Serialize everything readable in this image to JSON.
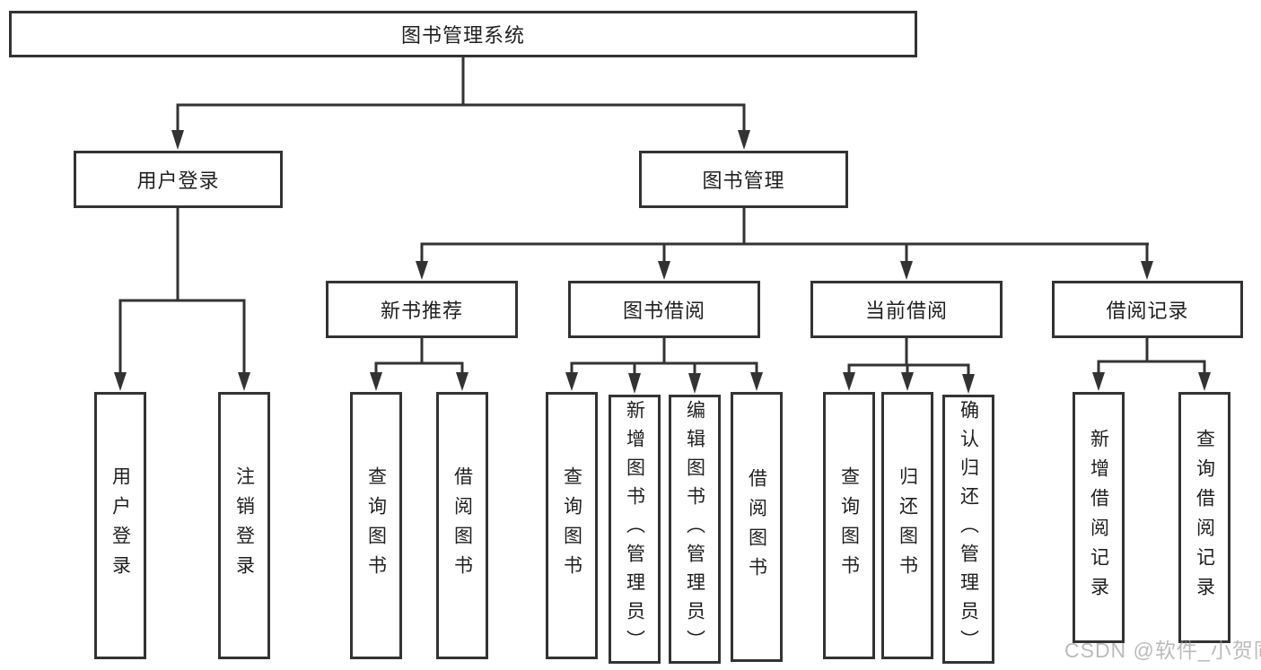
{
  "diagram_title": "图书管理系统",
  "tree": {
    "root": {
      "label": "图书管理系统"
    },
    "branches": [
      {
        "label": "用户登录",
        "children": [
          {
            "label": "用户登录"
          },
          {
            "label": "注销登录"
          }
        ]
      },
      {
        "label": "图书管理",
        "children": [
          {
            "label": "新书推荐",
            "children": [
              {
                "label": "查询图书"
              },
              {
                "label": "借阅图书"
              }
            ]
          },
          {
            "label": "图书借阅",
            "children": [
              {
                "label": "查询图书"
              },
              {
                "label": "新增图书（管理员）"
              },
              {
                "label": "编辑图书（管理员）"
              },
              {
                "label": "借阅图书"
              }
            ]
          },
          {
            "label": "当前借阅",
            "children": [
              {
                "label": "查询图书"
              },
              {
                "label": "归还图书"
              },
              {
                "label": "确认归还（管理员）"
              }
            ]
          },
          {
            "label": "借阅记录",
            "children": [
              {
                "label": "新增借阅记录"
              },
              {
                "label": "查询借阅记录"
              }
            ]
          }
        ]
      }
    ]
  },
  "watermark": {
    "text": "CSDN @软件_小贺同学"
  },
  "colors": {
    "line": "#333333",
    "box_background": "#ffffff",
    "text": "#1f1f1f",
    "watermark": "#969696"
  }
}
